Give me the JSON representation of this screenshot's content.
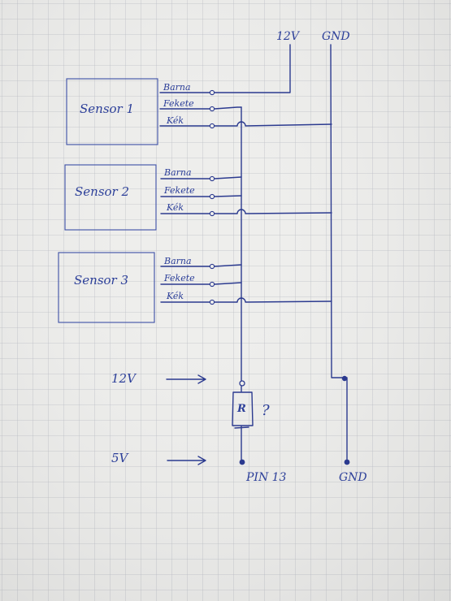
{
  "colors": {
    "paper": "#eeeeec",
    "grid": "#b9bcc4",
    "ink": "#2b3a8f"
  },
  "supply": {
    "v12": "12V",
    "gnd": "GND"
  },
  "sensors": [
    {
      "name": "Sensor 1",
      "pins": [
        "Barna",
        "Fekete",
        "Kék"
      ]
    },
    {
      "name": "Sensor 2",
      "pins": [
        "Barna",
        "Fekete",
        "Kék"
      ]
    },
    {
      "name": "Sensor 3",
      "pins": [
        "Barna",
        "Fekete",
        "Kék"
      ]
    }
  ],
  "resistor": {
    "label": "R",
    "value": "?"
  },
  "inputs": {
    "v12": "12V",
    "v5": "5V"
  },
  "outputs": {
    "pin": "PIN 13",
    "gnd": "GND"
  }
}
